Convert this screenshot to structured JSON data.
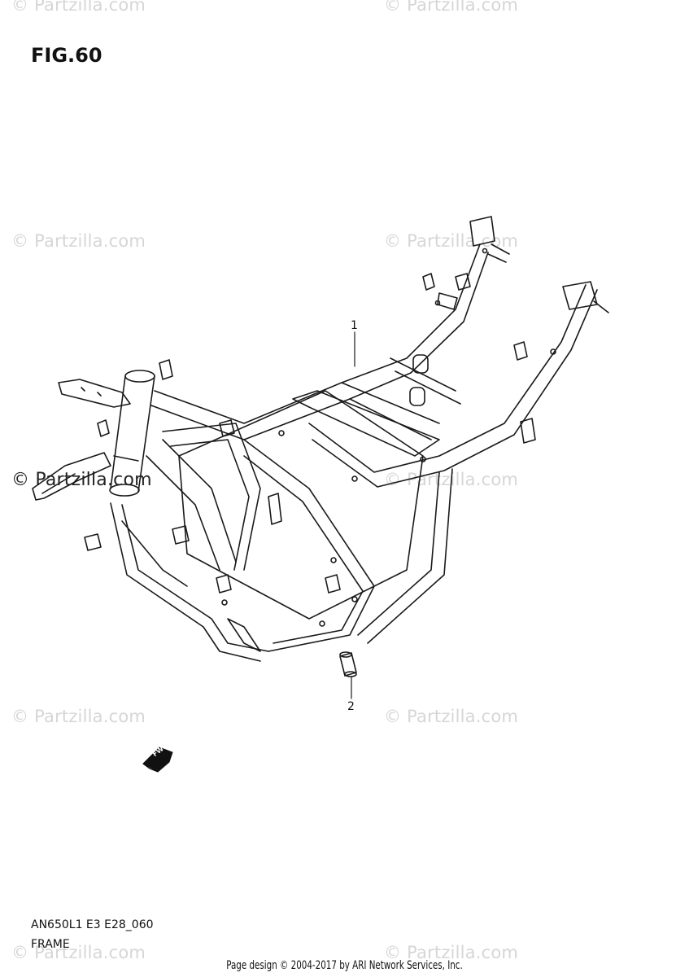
{
  "figure": {
    "title": "FIG.60",
    "code": "AN650L1 E3 E28_060",
    "name": "FRAME"
  },
  "callouts": [
    {
      "number": "1"
    },
    {
      "number": "2"
    }
  ],
  "direction_arrow": {
    "label": "FWD"
  },
  "watermark": {
    "text": "© Partzilla.com"
  },
  "footer": {
    "credit": "Page design © 2004-2017 by ARI Network Services, Inc."
  },
  "colors": {
    "line": "#1a1a1a",
    "watermark": "#d6d6d6",
    "background": "#ffffff"
  }
}
